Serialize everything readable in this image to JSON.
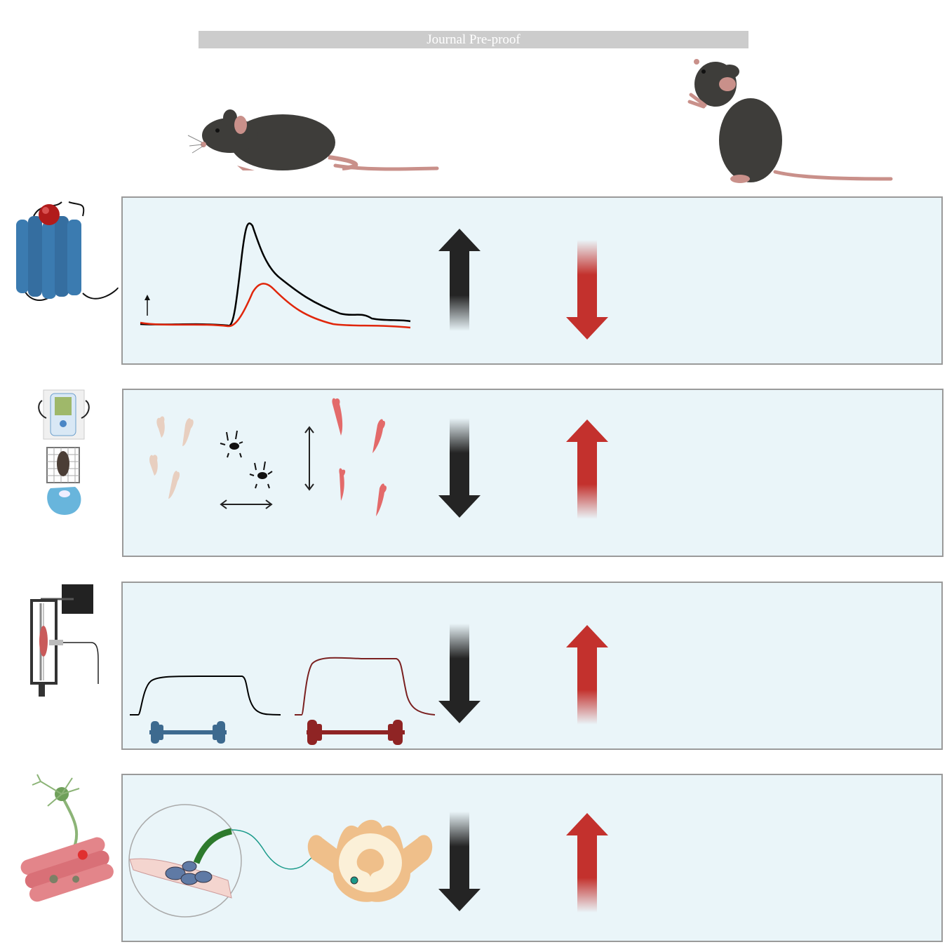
{
  "banner": {
    "text": "Journal Pre-proof"
  },
  "colors": {
    "panel_bg": "#eaf5f9",
    "panel_border": "#9a9a9a",
    "up_dark": "#242424",
    "down_red": "#c3312d",
    "trace_black": "#000000",
    "trace_red": "#e0260b",
    "mouse": "#3e3d3a",
    "receptor": "#3b7bb0"
  },
  "icons": {
    "top_left_mouse": "mouse-crouching-icon",
    "top_right_mouse": "mouse-rearing-icon",
    "row1": "gpcr-receptor-icon",
    "row2": "von-frey-apparatus-icon",
    "row3": "muscle-force-rig-icon",
    "row4": "neuromuscular-junction-icon"
  },
  "rows": [
    {
      "id": "receptor",
      "black_arrow": "up",
      "red_arrow": "down"
    },
    {
      "id": "behavior",
      "black_arrow": "down",
      "red_arrow": "up"
    },
    {
      "id": "muscle_force",
      "black_arrow": "down",
      "red_arrow": "up"
    },
    {
      "id": "innervation",
      "black_arrow": "down",
      "red_arrow": "up"
    }
  ]
}
